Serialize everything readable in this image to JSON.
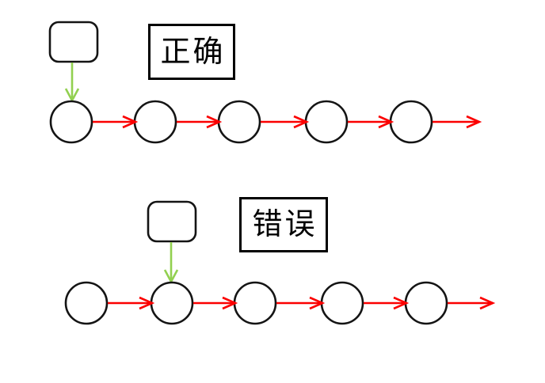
{
  "diagram": {
    "background_color": "#ffffff",
    "colors": {
      "shape_outline": "#141414",
      "next_arrow_red": "#fb0000",
      "head_arrow_green": "#92d050",
      "label_border": "#000000",
      "label_text": "#000000"
    },
    "sections": {
      "correct": {
        "label": "正确",
        "node_count": 5,
        "head_arrow_points_to_node": 1
      },
      "wrong": {
        "label": "错误",
        "node_count": 5,
        "head_arrow_points_to_node": 2
      }
    }
  }
}
